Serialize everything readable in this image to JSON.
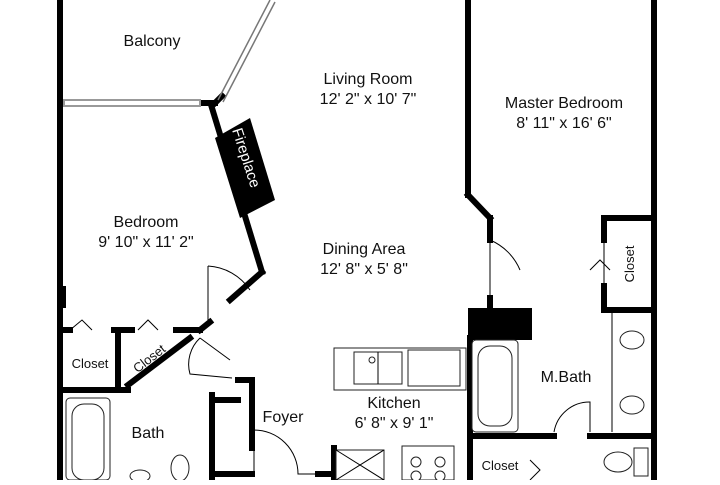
{
  "rooms": {
    "balcony": {
      "name": "Balcony"
    },
    "living": {
      "name": "Living Room",
      "dims": "12' 2\" x 10' 7\""
    },
    "master": {
      "name": "Master Bedroom",
      "dims": "8' 11\" x 16' 6\""
    },
    "bedroom": {
      "name": "Bedroom",
      "dims": "9' 10\" x 11' 2\""
    },
    "dining": {
      "name": "Dining Area",
      "dims": "12' 8\" x 5' 8\""
    },
    "kitchen": {
      "name": "Kitchen",
      "dims": "6' 8\" x 9' 1\""
    },
    "foyer": {
      "name": "Foyer"
    },
    "bath": {
      "name": "Bath"
    },
    "mbath": {
      "name": "M.Bath"
    },
    "closet_left": {
      "name": "Closet"
    },
    "closet_angled": {
      "name": "Closet"
    },
    "closet_master": {
      "name": "Closet"
    },
    "closet_bottom": {
      "name": "Closet"
    }
  },
  "features": {
    "fireplace": "Fireplace"
  }
}
